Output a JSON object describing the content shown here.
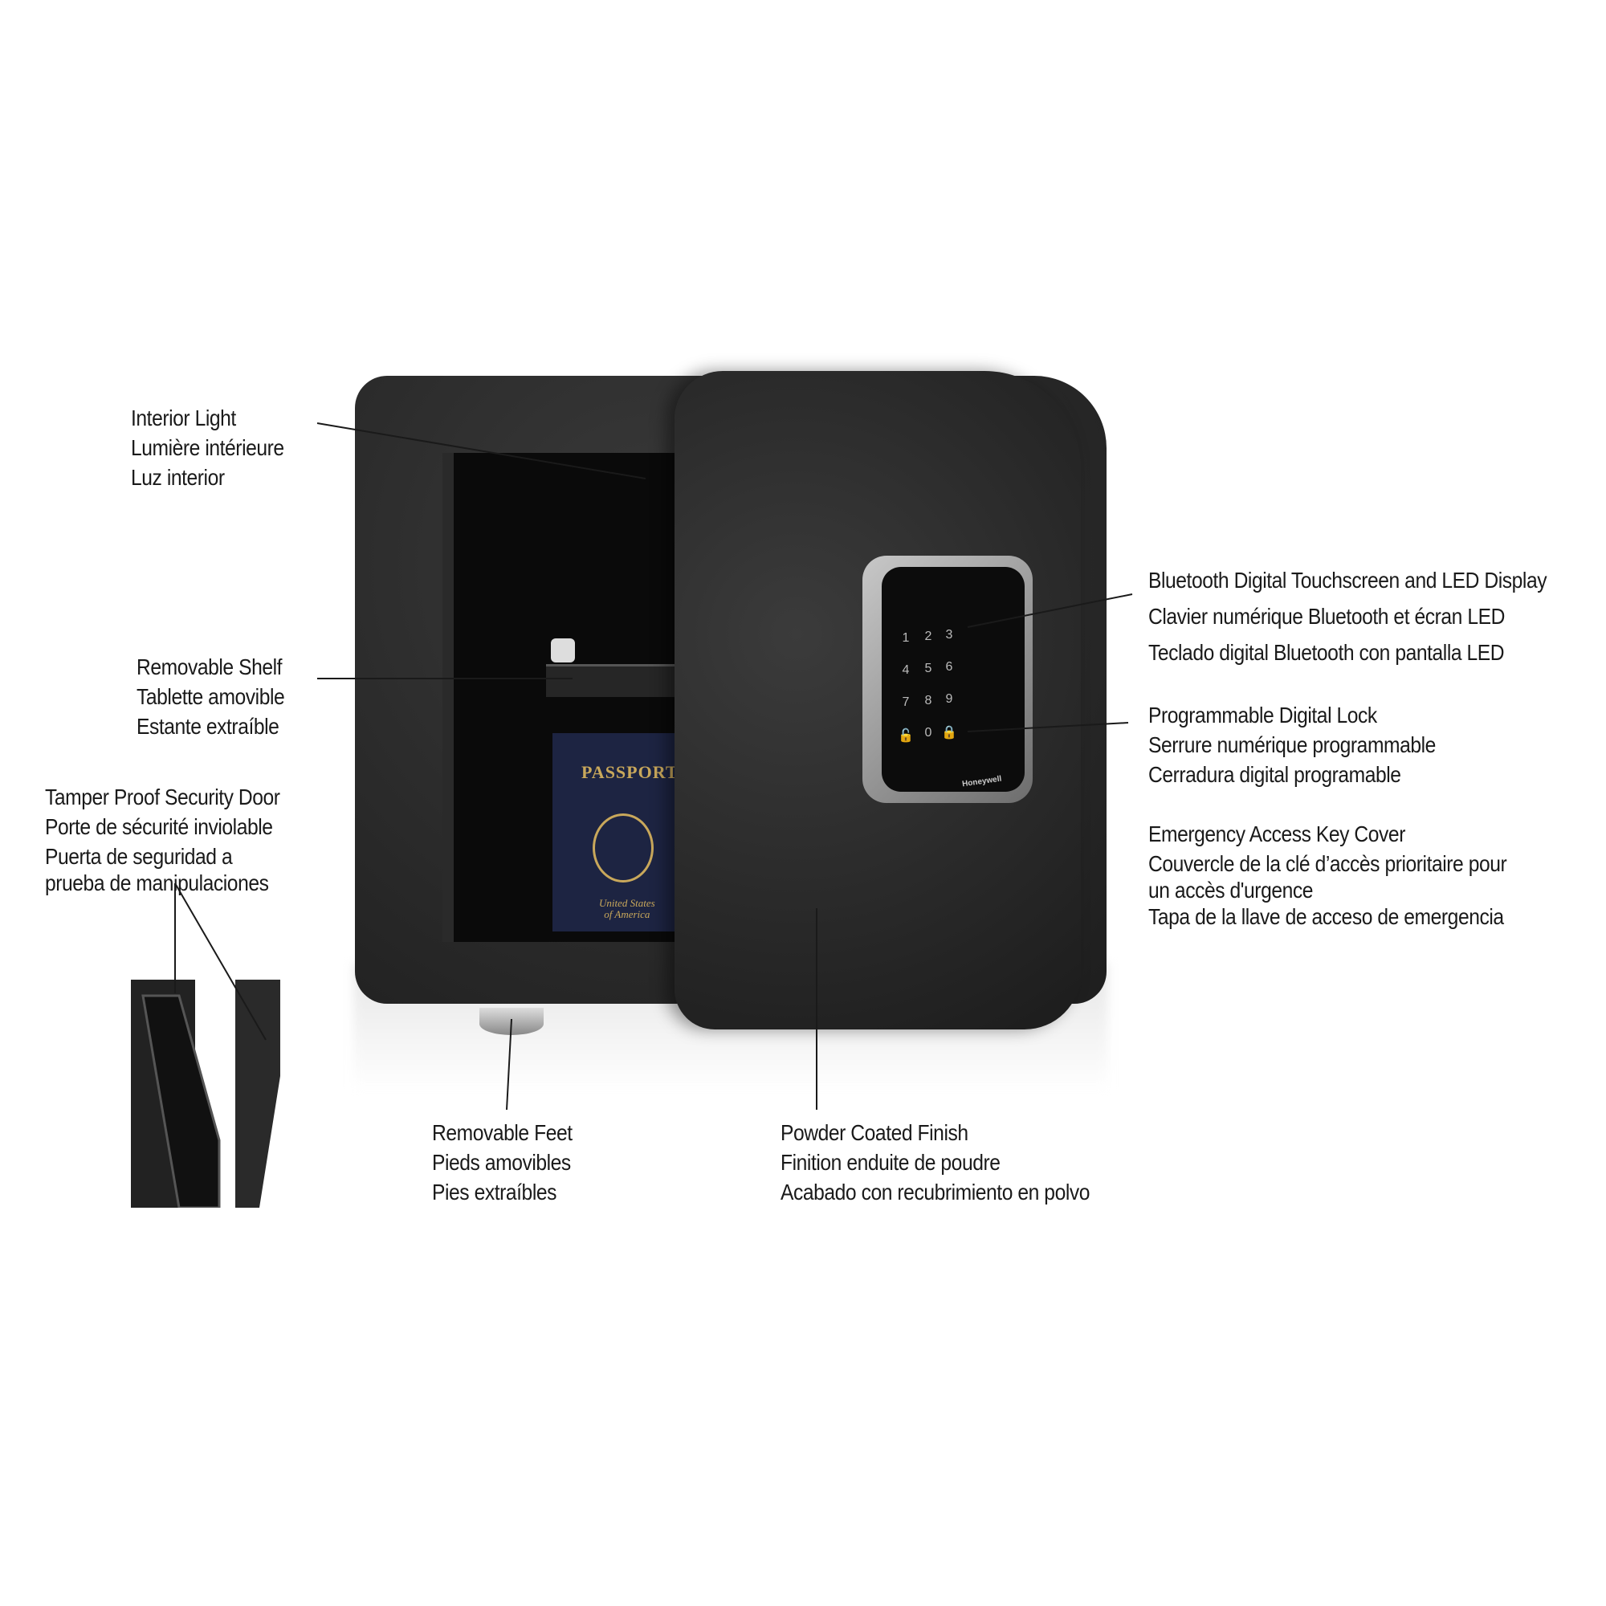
{
  "callouts": {
    "interior_light": [
      "Interior Light",
      "Lumière intérieure",
      "Luz interior"
    ],
    "removable_shelf": [
      "Removable Shelf",
      "Tablette amovible",
      "Estante extraíble"
    ],
    "tamper_door": [
      "Tamper Proof Security Door",
      "Porte de sécurité inviolable",
      "Puerta de seguridad a",
      "prueba de manipulaciones"
    ],
    "removable_feet": [
      "Removable Feet",
      "Pieds amovibles",
      "Pies extraíbles"
    ],
    "powder_coated": [
      "Powder Coated Finish",
      "Finition enduite de poudre",
      "Acabado con recubrimiento en polvo"
    ],
    "bluetooth": [
      "Bluetooth Digital Touchscreen and LED Display",
      "Clavier numérique Bluetooth et écran LED",
      "Teclado digital Bluetooth con pantalla LED"
    ],
    "digital_lock": [
      "Programmable Digital Lock",
      "Serrure numérique programmable",
      "Cerradura digital programable"
    ],
    "emergency_key": [
      "Emergency Access Key Cover",
      "Couvercle de la clé d’accès prioritaire pour",
      "un accès d'urgence",
      "Tapa de la llave de acceso de emergencia"
    ]
  },
  "keypad": {
    "keys": [
      "1",
      "2",
      "3",
      "4",
      "5",
      "6",
      "7",
      "8",
      "9",
      "0"
    ],
    "brand": "Honeywell"
  },
  "passport": {
    "title": "PASSPORT",
    "subtitle1": "United States",
    "subtitle2": "of America"
  },
  "colors": {
    "safe": "#2a2a2a",
    "line": "#1a1a1a"
  }
}
